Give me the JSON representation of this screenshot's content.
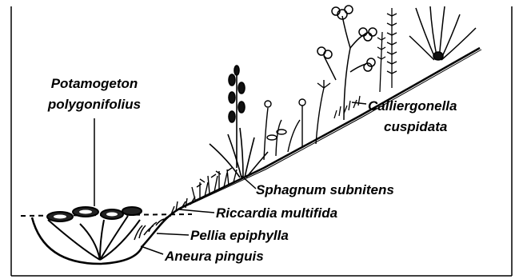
{
  "figure": {
    "labels": {
      "potamogeton_line1": "Potamogeton",
      "potamogeton_line2": "polygonifolius",
      "calliergonella_line1": "Calliergonella",
      "calliergonella_line2": "cuspidata",
      "sphagnum": "Sphagnum subnitens",
      "riccardia": "Riccardia multifida",
      "pellia": "Pellia epiphylla",
      "aneura": "Aneura pinguis"
    },
    "colors": {
      "ink": "#000000",
      "background": "#ffffff"
    }
  }
}
